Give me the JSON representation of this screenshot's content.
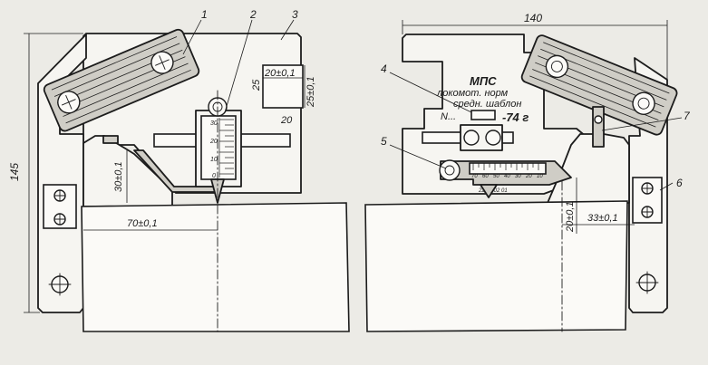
{
  "part_numbers": [
    "1",
    "2",
    "3",
    "4",
    "5",
    "6",
    "7"
  ],
  "dimensions": {
    "height_145": "145",
    "width_140": "140",
    "d_25": "25",
    "d_20_tol": "20±0,1",
    "d_25_tol": "25±0,1",
    "d_20": "20",
    "d_30_tol": "30±0,1",
    "d_70_tol": "70±0,1",
    "d_20_tol_right": "20±0,1",
    "d_33_tol": "33±0,1"
  },
  "plate_text": {
    "line1": "МПС",
    "line2": "локомот. норм",
    "line3": "средн. шаблон",
    "line4": "N...",
    "line5": "-74 г"
  },
  "scale_numbers_left": [
    "30",
    "20",
    "10",
    "0"
  ],
  "scale_numbers_right": [
    "70",
    "60",
    "50",
    "40",
    "30",
    "20",
    "10"
  ],
  "bottom_scale_label": "22 02 02 01"
}
